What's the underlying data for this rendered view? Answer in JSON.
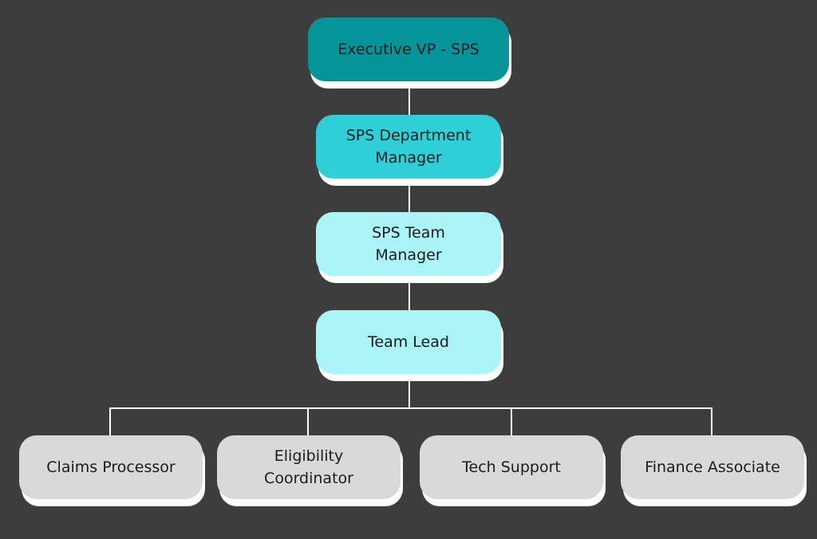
{
  "colors": {
    "background": "#3d3d3d",
    "connector": "#ffffff",
    "level_1": "#05949a",
    "level_2": "#2ecfd6",
    "level_3": "#aaf3f6",
    "level_4": "#aaf3f6",
    "level_5": "#d9d9d9",
    "text": "#1b1b1b"
  },
  "nodes": {
    "executive_vp": "Executive VP - SPS",
    "department_manager": "SPS Department Manager",
    "team_manager": "SPS Team Manager",
    "team_lead": "Team Lead",
    "claims_processor": "Claims Processor",
    "eligibility_coordinator": "Eligibility Coordinator",
    "tech_support": "Tech Support",
    "finance_associate": "Finance Associate"
  }
}
